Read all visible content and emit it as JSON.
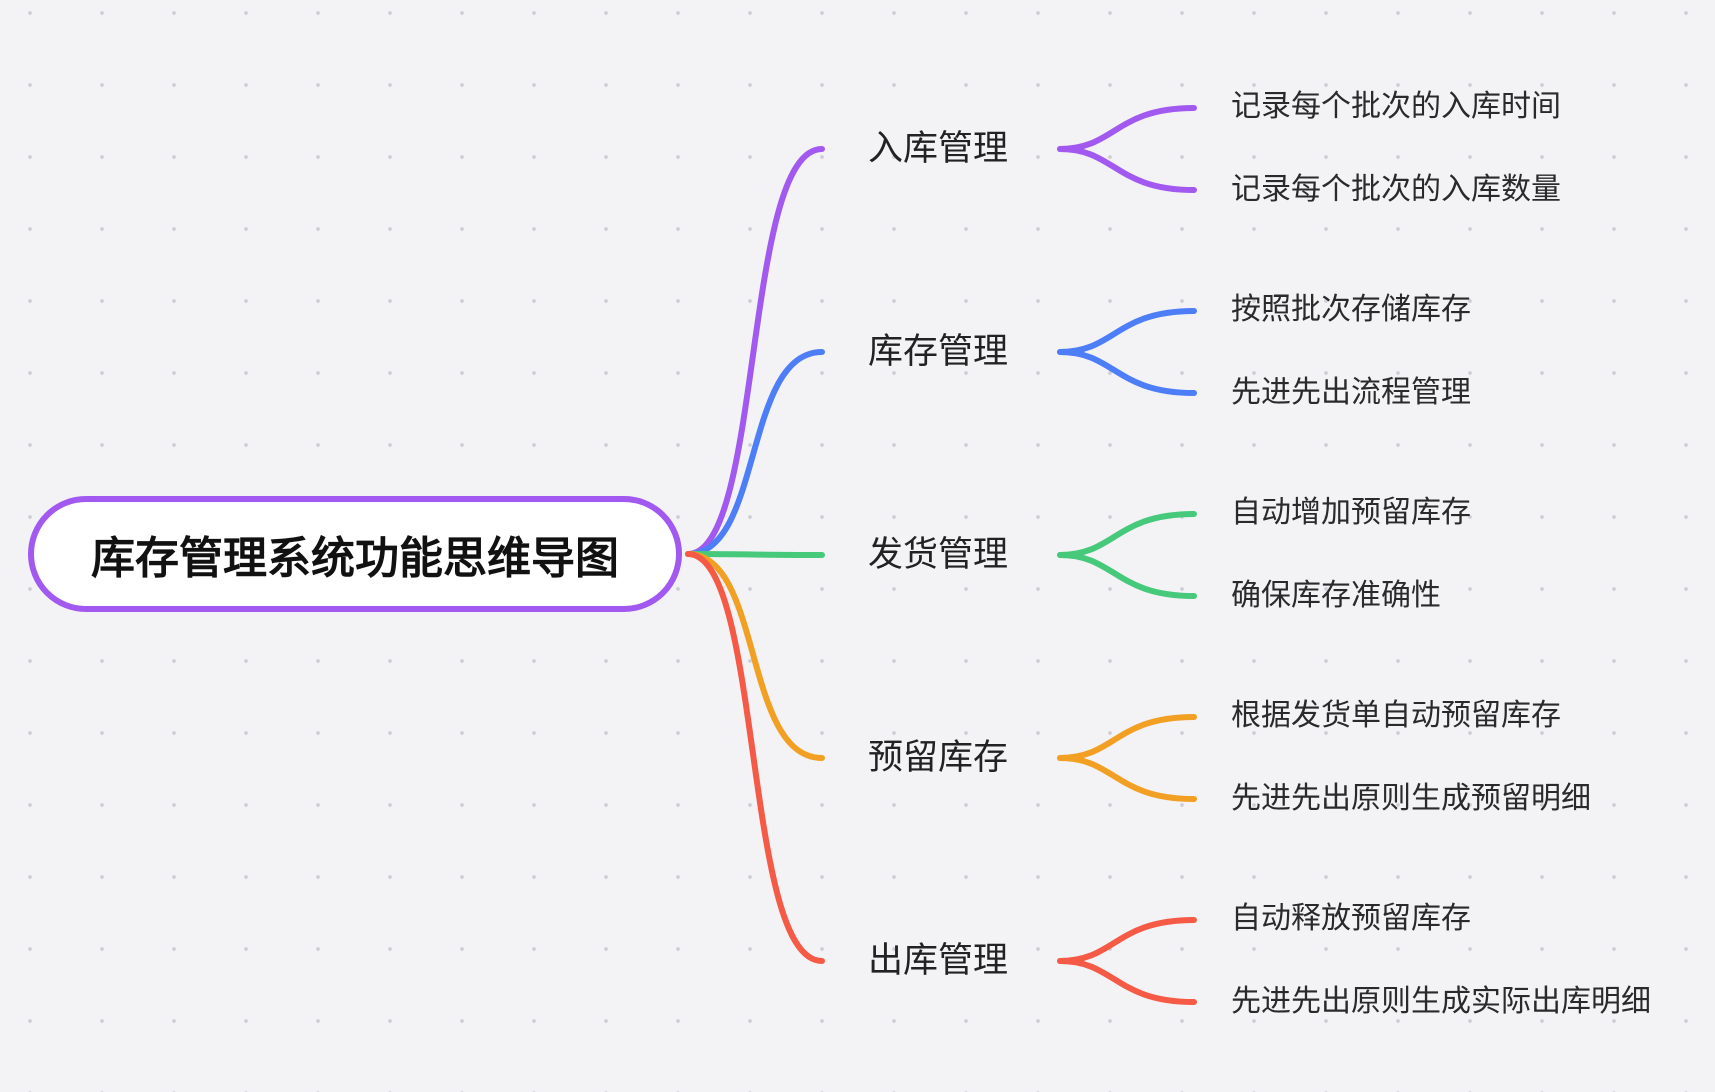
{
  "root": {
    "title": "库存管理系统功能思维导图",
    "color": "#a259f0"
  },
  "branches": [
    {
      "label": "入库管理",
      "color": "#a259f0",
      "children": [
        "记录每个批次的入库时间",
        "记录每个批次的入库数量"
      ]
    },
    {
      "label": "库存管理",
      "color": "#4d7ef7",
      "children": [
        "按照批次存储库存",
        "先进先出流程管理"
      ]
    },
    {
      "label": "发货管理",
      "color": "#46c97a",
      "children": [
        "自动增加预留库存",
        "确保库存准确性"
      ]
    },
    {
      "label": "预留库存",
      "color": "#f2a024",
      "children": [
        "根据发货单自动预留库存",
        "先进先出原则生成预留明细"
      ]
    },
    {
      "label": "出库管理",
      "color": "#f45a45",
      "children": [
        "自动释放预留库存",
        "先进先出原则生成实际出库明细"
      ]
    }
  ]
}
